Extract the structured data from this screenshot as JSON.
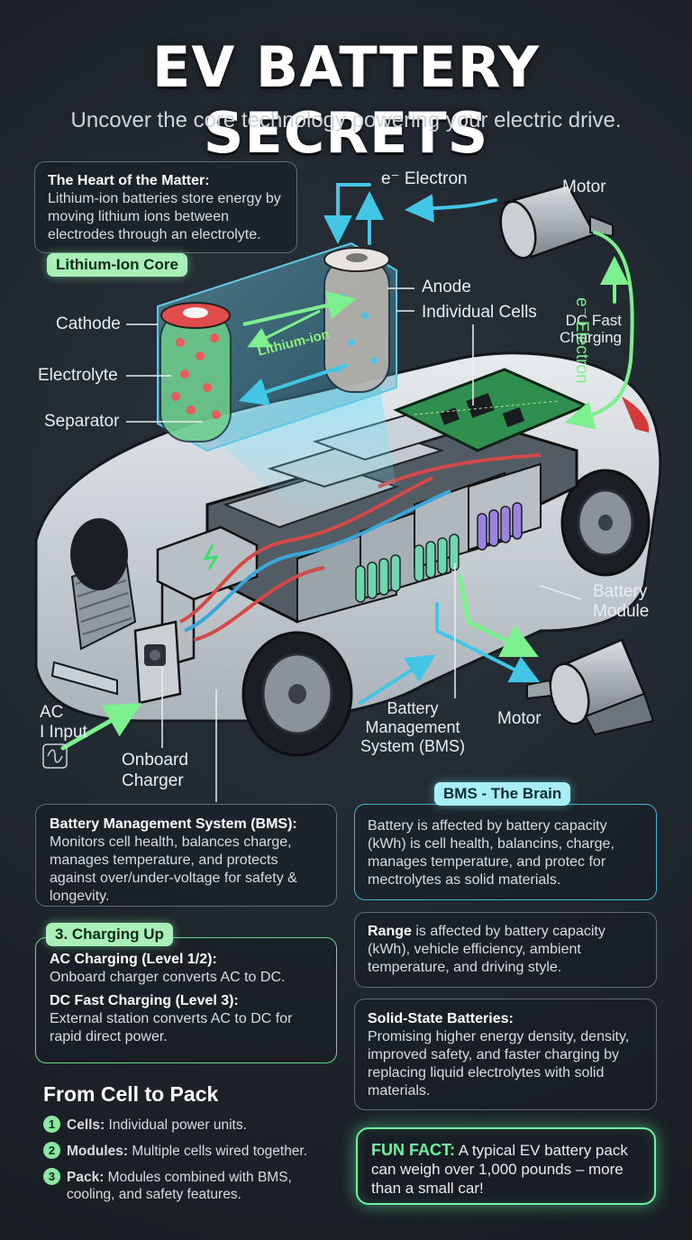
{
  "header": {
    "title": "EV BATTERY SECRETS",
    "subtitle": "Uncover the core technology powering your electric drive."
  },
  "intro": {
    "heading": "The Heart of the Matter:",
    "body": "Lithium-ion batteries store energy by moving lithium ions between electrodes through an electrolyte.",
    "tag": "Lithium-Ion Core"
  },
  "diagram_labels": {
    "electron_top": "e⁻ Electron",
    "motor_top": "Motor",
    "anode": "Anode",
    "individual_cells": "Individual Cells",
    "dc_fast_charging": "DC Fast\nCharging",
    "electron_side": "e⁻ Electron",
    "cathode": "Cathode",
    "electrolyte": "Electrolyte",
    "separator": "Separator",
    "lithium_ion": "Lithium-ion",
    "battery_module": "Battery\nModule",
    "motor_bottom": "Motor",
    "bms": "Battery\nManagement\nSystem (BMS)",
    "ac_input": "AC\nI Input",
    "onboard_charger": "Onboard\nCharger"
  },
  "bms_panel": {
    "heading": "Battery Management System (BMS):",
    "body": "Monitors cell health, balances charge, manages temperature, and protects against over/under-voltage for safety & longevity."
  },
  "bms_brain": {
    "tag": "BMS - The Brain",
    "body": "Battery is affected by battery capacity (kWh) is cell health, balancins, charge, manages temperature, and protec for mectrolytes as solid materials."
  },
  "charging": {
    "tag": "3. Charging Up",
    "ac_heading": "AC Charging (Level 1/2):",
    "ac_body": "Onboard charger converts AC to DC.",
    "dc_heading": "DC Fast Charging (Level 3):",
    "dc_body": "External station converts AC to DC for rapid direct power."
  },
  "range": {
    "heading": "Range",
    "body": " is affected by battery capacity (kWh), vehicle efficiency, ambient temperature, and driving style."
  },
  "solid_state": {
    "heading": "Solid-State Batteries:",
    "body": "Promising higher energy density, density, improved safety, and faster charging by replacing liquid electrolytes with solid materials."
  },
  "cell_to_pack": {
    "heading": "From Cell to Pack",
    "items": [
      {
        "num": "1",
        "term": "Cells:",
        "desc": " Individual power units."
      },
      {
        "num": "2",
        "term": "Modules:",
        "desc": " Multiple cells wired together."
      },
      {
        "num": "3",
        "term": "Pack:",
        "desc": " Modules combined with BMS, cooling, and safety features."
      }
    ]
  },
  "fun_fact": {
    "label": "FUN FACT:",
    "body": " A typical EV battery pack can weigh over 1,000 pounds – more than a small car!"
  },
  "colors": {
    "accent_green": "#6df2a0",
    "accent_cyan": "#3fb6cf",
    "background": "#1f262c"
  }
}
